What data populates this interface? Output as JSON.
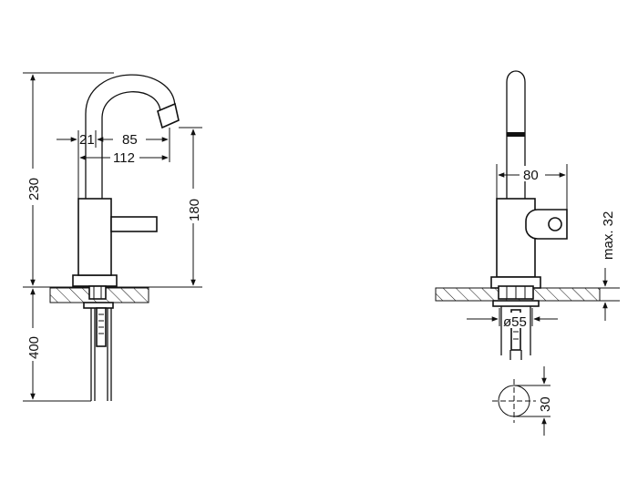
{
  "left_view": {
    "dim_height_total": "230",
    "dim_below_deck": "400",
    "dim_21": "21",
    "dim_85": "85",
    "dim_112": "112",
    "dim_180": "180"
  },
  "right_view": {
    "dim_width": "80",
    "dim_max": "max. 32",
    "dim_diameter": "ø55",
    "dim_hole": "30"
  },
  "colors": {
    "line": "#111111",
    "background": "#ffffff"
  }
}
